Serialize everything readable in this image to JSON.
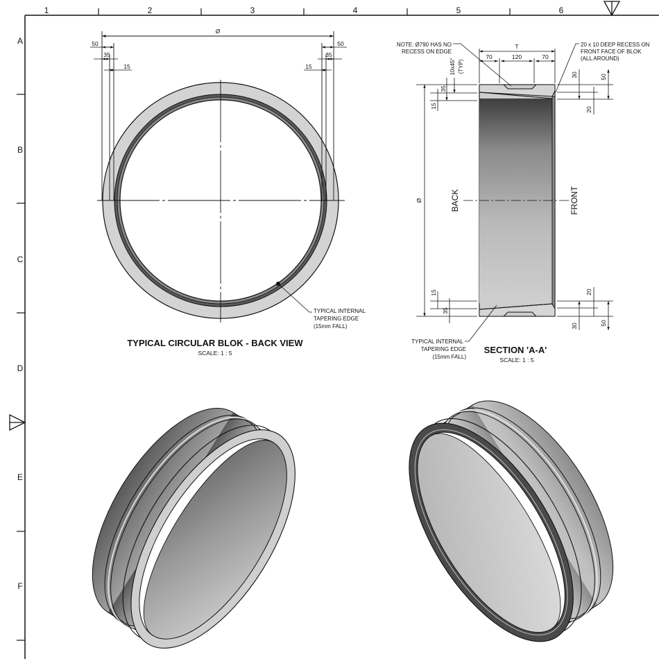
{
  "sheet": {
    "column_labels": [
      "1",
      "2",
      "3",
      "4",
      "5",
      "6"
    ],
    "row_labels": [
      "A",
      "B",
      "C",
      "D",
      "E",
      "F"
    ]
  },
  "back_view": {
    "title": "TYPICAL CIRCULAR BLOK - BACK VIEW",
    "scale": "SCALE: 1 : 5",
    "diameter_symbol": "Ø",
    "dims_left": [
      "50",
      "35",
      "15"
    ],
    "dims_right": [
      "50",
      "35",
      "15"
    ],
    "note_lines": [
      "TYPICAL INTERNAL",
      "TAPERING EDGE",
      "(15mm FALL)"
    ]
  },
  "section": {
    "title": "SECTION  'A-A'",
    "scale": "SCALE: 1 : 5",
    "thickness_label": "T",
    "top_dims": [
      "70",
      "120",
      "70"
    ],
    "chamfer_label": "10x45°",
    "chamfer_typ": "(TYP)",
    "left_dims_top": [
      "35",
      "15"
    ],
    "left_dims_bottom": [
      "15",
      "35"
    ],
    "right_dims_top": [
      "30",
      "50",
      "20"
    ],
    "right_dims_bottom": [
      "20",
      "30",
      "50"
    ],
    "diameter_symbol": "Ø",
    "back_label": "BACK",
    "front_label": "FRONT",
    "note_top_left": [
      "NOTE: Ø790 HAS NO",
      "RECESS ON EDGE"
    ],
    "note_top_right": [
      "20 x 10 DEEP RECESS ON",
      "FRONT FACE OF BLOK",
      "(ALL AROUND)"
    ],
    "note_bottom_left": [
      "TYPICAL INTERNAL",
      "TAPERING EDGE",
      "(15mm FALL)"
    ]
  },
  "colors": {
    "line": "#111111",
    "concrete_light": "#d2d2d2",
    "concrete_mid": "#9a9a9a",
    "concrete_dark": "#4a4a4a"
  }
}
